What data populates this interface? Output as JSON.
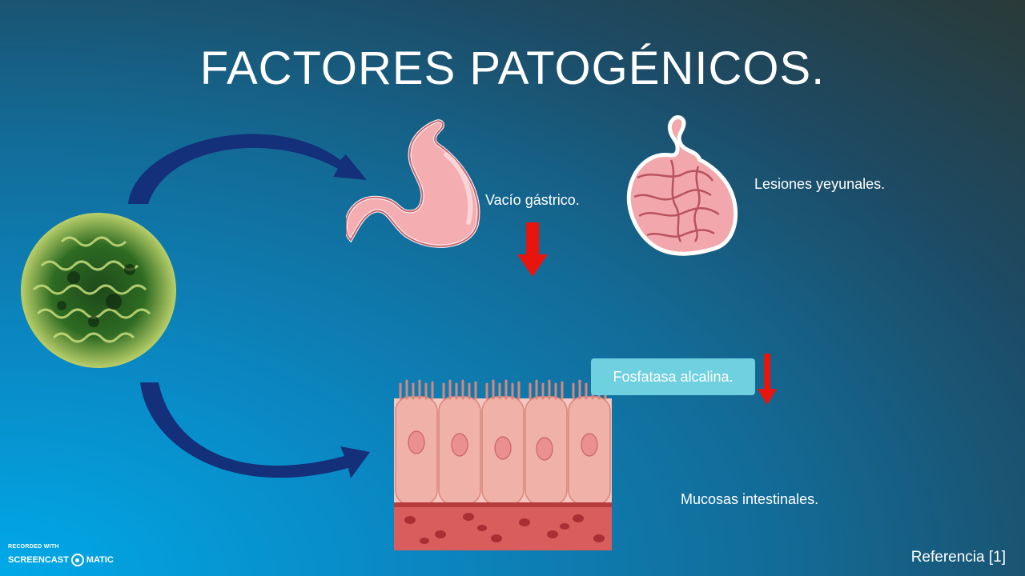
{
  "slide": {
    "title": "FACTORES PATOGÉNICOS.",
    "labels": {
      "vacio_gastrico": "Vacío gástrico.",
      "lesiones_yeyunales": "Lesiones yeyunales.",
      "fosfatasa_alcalina": "Fosfatasa alcalina.",
      "mucosas_intestinales": "Mucosas intestinales."
    },
    "reference": "Referencia [1]"
  },
  "watermark": {
    "line1": "RECORDED WITH",
    "line2a": "SCREENCAST",
    "line2b": "MATIC"
  },
  "images": {
    "virus": "virus-particle-image",
    "stomach": "stomach-illustration",
    "intestines": "small-intestine-illustration",
    "mucosa": "intestinal-mucosa-cells-illustration"
  },
  "colors": {
    "accent_arrow": "#e8150f",
    "curved_arrow": "#15307a",
    "callout": "#6fd0df"
  }
}
